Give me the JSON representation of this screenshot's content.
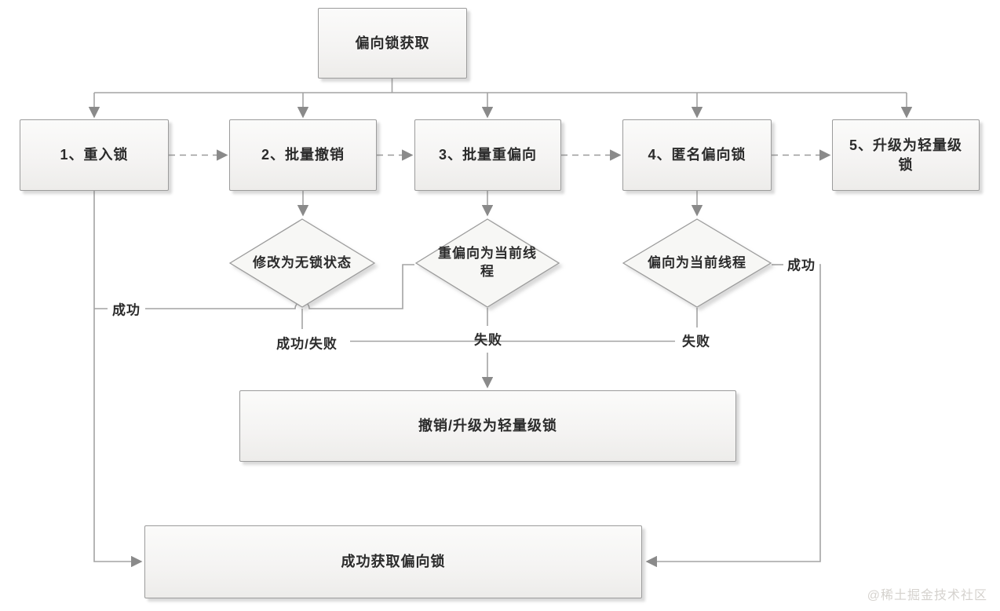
{
  "nodes": {
    "start": {
      "label": "偏向锁获取"
    },
    "step1": {
      "label": "1、重入锁"
    },
    "step2": {
      "label": "2、批量撤销"
    },
    "step3": {
      "label": "3、批量重偏向"
    },
    "step4": {
      "label": "4、匿名偏向锁"
    },
    "step5": {
      "label": "5、升级为轻量级锁"
    },
    "decision2": {
      "label": "修改为无锁状态"
    },
    "decision3": {
      "label": "重偏向为当前线程"
    },
    "decision4": {
      "label": "偏向为当前线程"
    },
    "revoke_upgrade": {
      "label": "撤销/升级为轻量级锁"
    },
    "acquired": {
      "label": "成功获取偏向锁"
    }
  },
  "edge_labels": {
    "step1_success": "成功",
    "decision2_result": "成功/失败",
    "decision3_fail": "失败",
    "decision4_fail": "失败",
    "decision4_success": "成功"
  },
  "watermark": "@稀土掘金技术社区",
  "colors": {
    "line": "#a3a3a3",
    "arrowhead": "#8a8a8a",
    "node_border": "#9b9b9b",
    "node_fill": "#f7f7f5",
    "text": "#2b2b2b",
    "watermark": "#d5d2ce"
  }
}
